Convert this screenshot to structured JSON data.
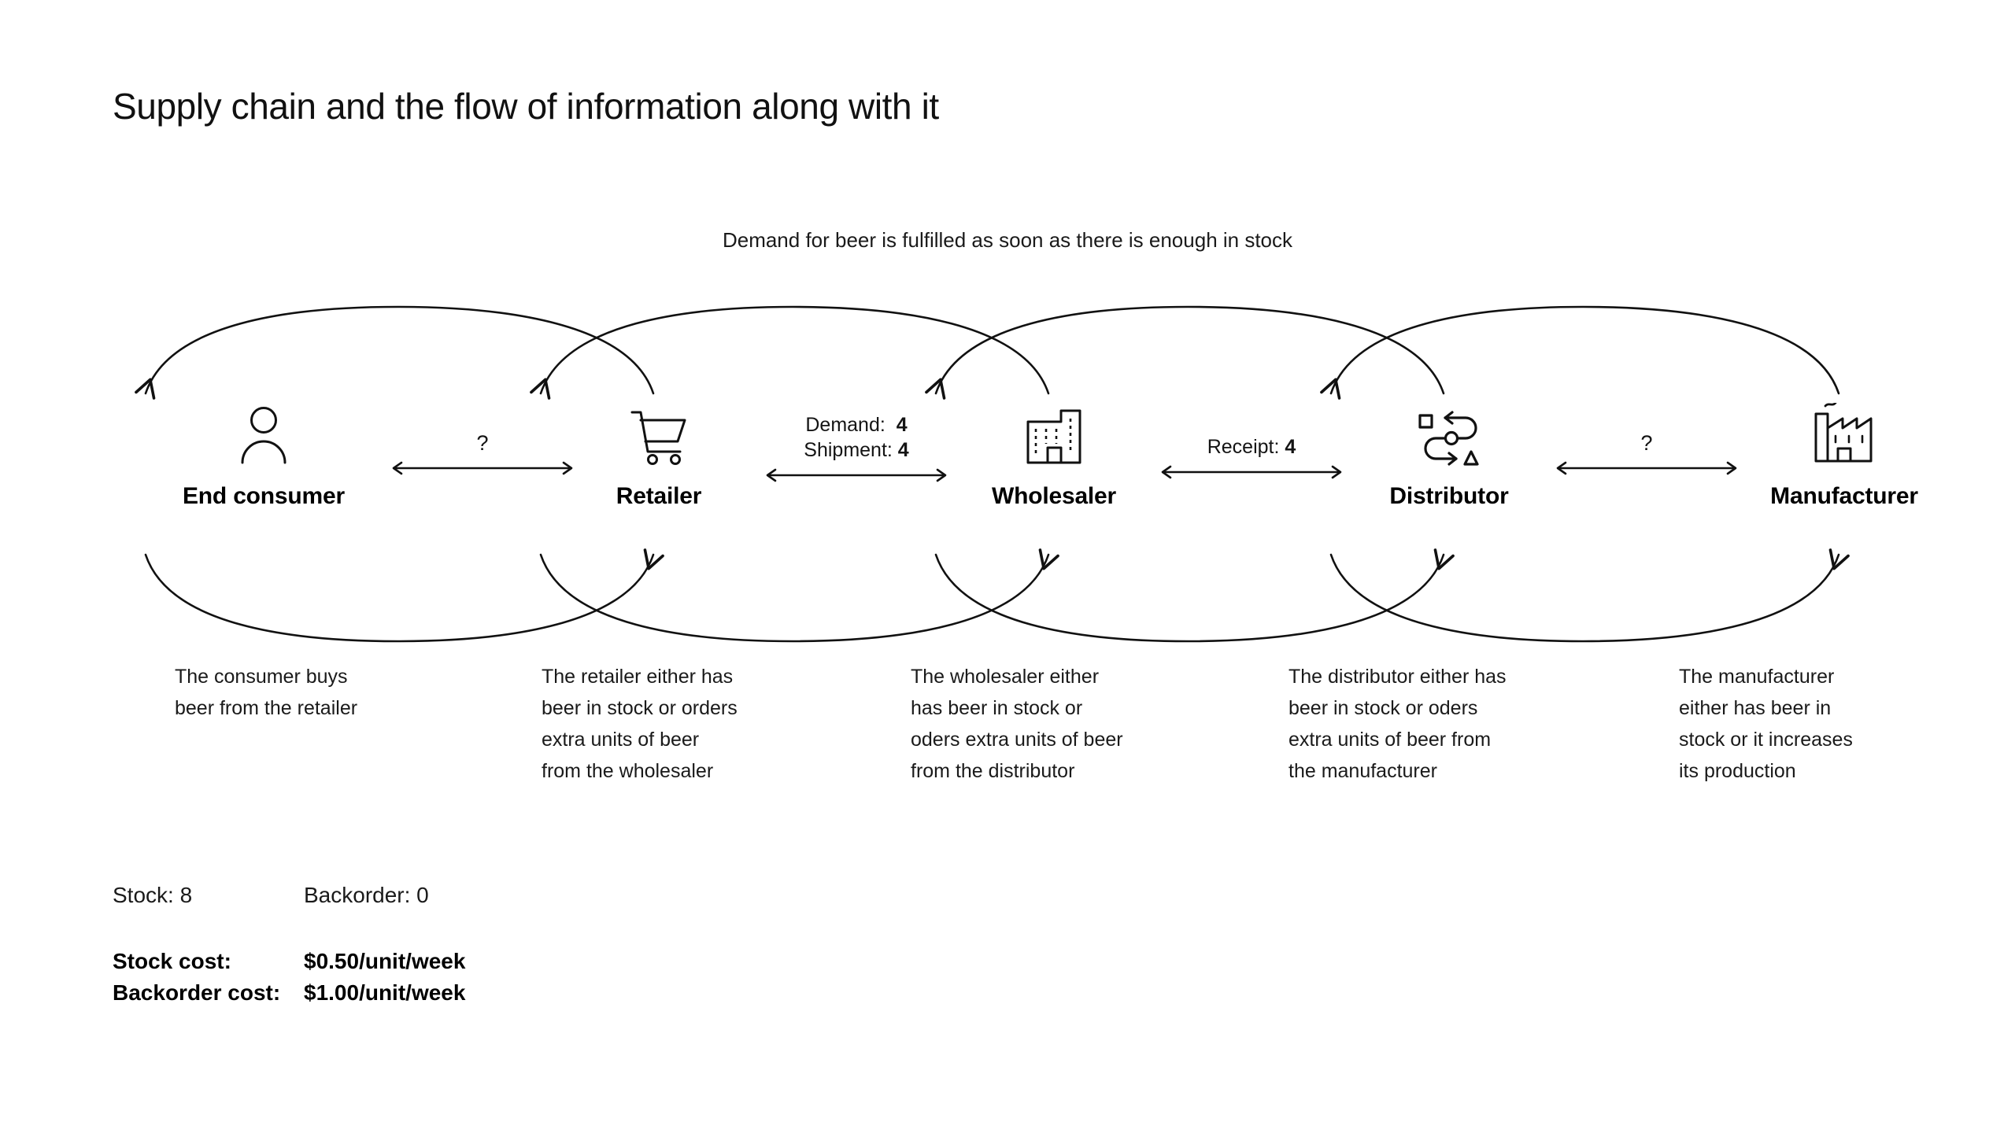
{
  "title": "Supply chain and the flow of information along with it",
  "flow_caption": "Demand for beer is fulfilled as soon as there is enough in stock",
  "nodes": [
    {
      "label": "End consumer",
      "icon": "person-icon"
    },
    {
      "label": "Retailer",
      "icon": "shopping-cart-icon"
    },
    {
      "label": "Wholesaler",
      "icon": "warehouse-building-icon"
    },
    {
      "label": "Distributor",
      "icon": "distribution-route-icon"
    },
    {
      "label": "Manufacturer",
      "icon": "factory-icon"
    }
  ],
  "links": [
    {
      "from": "End consumer",
      "to": "Retailer",
      "unknown": "?",
      "rows": []
    },
    {
      "from": "Retailer",
      "to": "Wholesaler",
      "unknown": "",
      "rows": [
        {
          "key": "Demand:",
          "value": "4"
        },
        {
          "key": "Shipment:",
          "value": "4"
        }
      ]
    },
    {
      "from": "Wholesaler",
      "to": "Distributor",
      "unknown": "",
      "rows": [
        {
          "key": "Receipt:",
          "value": "4"
        }
      ]
    },
    {
      "from": "Distributor",
      "to": "Manufacturer",
      "unknown": "?",
      "rows": []
    }
  ],
  "descriptions": [
    "The consumer buys\nbeer from the retailer",
    "The retailer either has\nbeer in stock or orders\nextra units of beer\nfrom the wholesaler",
    "The wholesaler either\nhas beer in stock or\noders extra units of beer\nfrom the distributor",
    "The distributor either has\nbeer in stock or oders\nextra units of beer from\nthe manufacturer",
    "The manufacturer\neither has beer in\nstock or it increases\nits production"
  ],
  "stats": {
    "stock_label": "Stock: 8",
    "backorder_label": "Backorder: 0",
    "stock_cost_key": "Stock cost:",
    "stock_cost_value": "$0.50/unit/week",
    "backorder_cost_key": "Backorder cost:",
    "backorder_cost_value": "$1.00/unit/week"
  },
  "colors": {
    "ink": "#111111",
    "stroke": "#111111",
    "background": "#ffffff"
  }
}
